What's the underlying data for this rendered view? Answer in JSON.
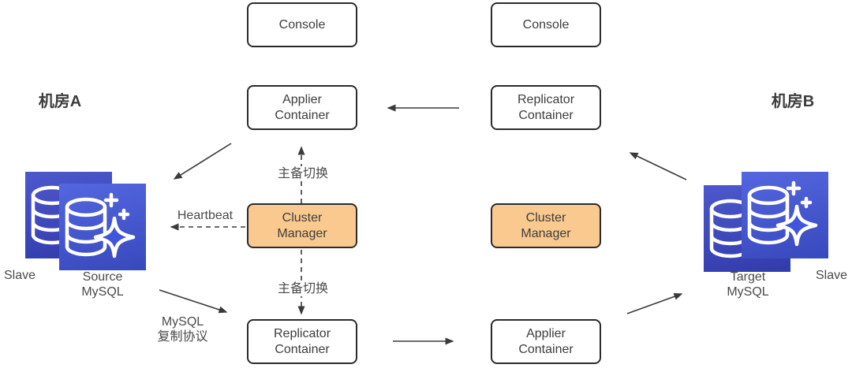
{
  "regions": {
    "zone_a": "机房A",
    "zone_b": "机房B"
  },
  "nodes": {
    "console_a": {
      "label": "Console"
    },
    "console_b": {
      "label": "Console"
    },
    "applier_a": {
      "line1": "Applier",
      "line2": "Container"
    },
    "replicator_b": {
      "line1": "Replicator",
      "line2": "Container"
    },
    "cluster_a": {
      "line1": "Cluster",
      "line2": "Manager"
    },
    "cluster_b": {
      "line1": "Cluster",
      "line2": "Manager"
    },
    "replicator_a": {
      "line1": "Replicator",
      "line2": "Container"
    },
    "applier_b": {
      "line1": "Applier",
      "line2": "Container"
    }
  },
  "databases": {
    "slave_a": {
      "label": "Slave"
    },
    "source": {
      "line1": "Source",
      "line2": "MySQL"
    },
    "target": {
      "line1": "Target",
      "line2": "MySQL"
    },
    "slave_b": {
      "label": "Slave"
    }
  },
  "edge_labels": {
    "failover_top": "主备切换",
    "failover_bottom": "主备切换",
    "heartbeat": "Heartbeat",
    "mysql_protocol_line1": "MySQL",
    "mysql_protocol_line2": "复制协议"
  },
  "colors": {
    "node_border": "#2b2b2b",
    "node_fill": "#ffffff",
    "cluster_fill": "#f9c98f",
    "db_back": "#3945c7",
    "db_front": "#4155dc",
    "arrow": "#3a3a3a",
    "text": "#3d3d3d"
  }
}
